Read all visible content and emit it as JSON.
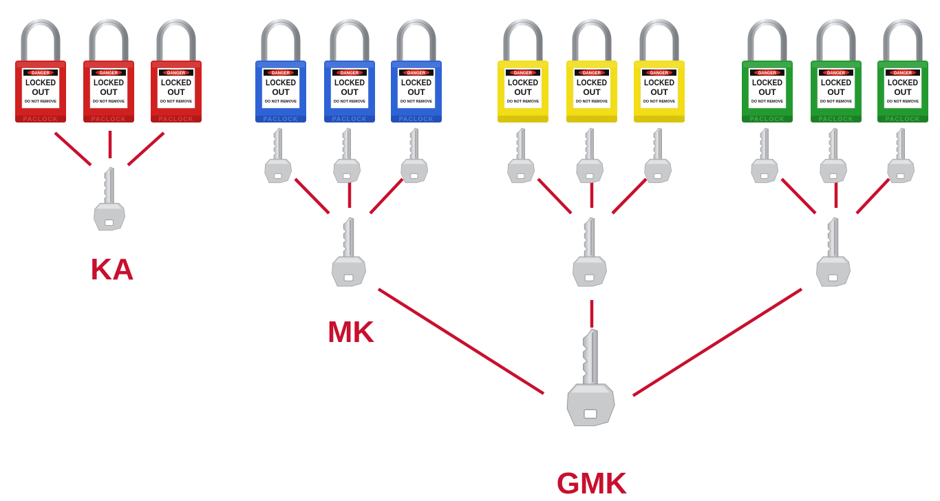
{
  "colors": {
    "line": "#c8102e",
    "label": "#c8102e",
    "key_fill": "#c9cacc",
    "key_dark": "#9a9c9f",
    "shackle": "#b9bcc0"
  },
  "labels": {
    "ka": "KA",
    "mk": "MK",
    "gmk": "GMK"
  },
  "tag": {
    "danger": "DANGER",
    "line1": "LOCKED",
    "line2": "OUT",
    "line3": "DO NOT REMOVE"
  },
  "groups": [
    {
      "id": "ka",
      "color_name": "red",
      "body": "#d0201f",
      "body_dark": "#9e1515",
      "brand_color": "#e24a46",
      "brand": "PACLOCK",
      "padlock_count": 3,
      "key_type": "keyed-alike"
    },
    {
      "id": "mk-blue",
      "color_name": "blue",
      "body": "#2e63d6",
      "body_dark": "#1c46a5",
      "brand_color": "#5b86e4",
      "brand": "PACLOCK",
      "padlock_count": 3,
      "key_type": "master-keyed"
    },
    {
      "id": "mk-yellow",
      "color_name": "yellow",
      "body": "#f2dd16",
      "body_dark": "#c7b20a",
      "brand_color": "#d6c00c",
      "brand": "PACLOCK",
      "padlock_count": 3,
      "key_type": "master-keyed"
    },
    {
      "id": "mk-green",
      "color_name": "green",
      "body": "#239a30",
      "body_dark": "#16701f",
      "brand_color": "#4bb454",
      "brand": "PACLOCK",
      "padlock_count": 3,
      "key_type": "master-keyed"
    }
  ]
}
